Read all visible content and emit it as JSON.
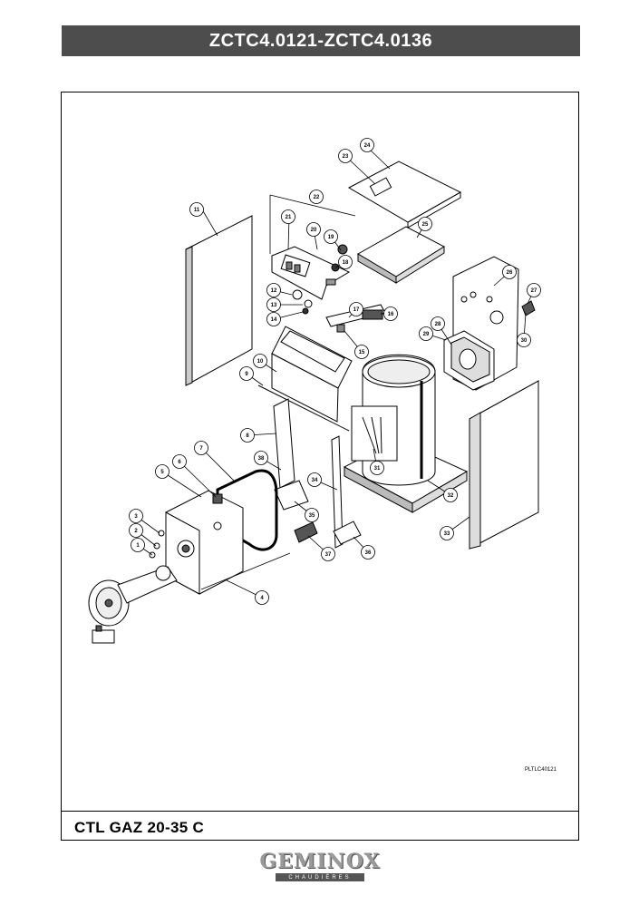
{
  "header": {
    "title": "ZCTC4.0121-ZCTC4.0136"
  },
  "footer": {
    "title": "CTL GAZ 20-35 C"
  },
  "drawing": {
    "reference": "PLTLC40121"
  },
  "callouts": [
    "1",
    "2",
    "3",
    "4",
    "5",
    "6",
    "7",
    "8",
    "9",
    "10",
    "11",
    "12",
    "13",
    "14",
    "15",
    "16",
    "17",
    "18",
    "19",
    "20",
    "21",
    "22",
    "23",
    "24",
    "25",
    "26",
    "27",
    "28",
    "29",
    "30",
    "31",
    "32",
    "33",
    "34",
    "35",
    "36",
    "37",
    "38"
  ],
  "logo": {
    "text": "GEMINOX",
    "subtitle": "CHAUDIÈRES"
  }
}
